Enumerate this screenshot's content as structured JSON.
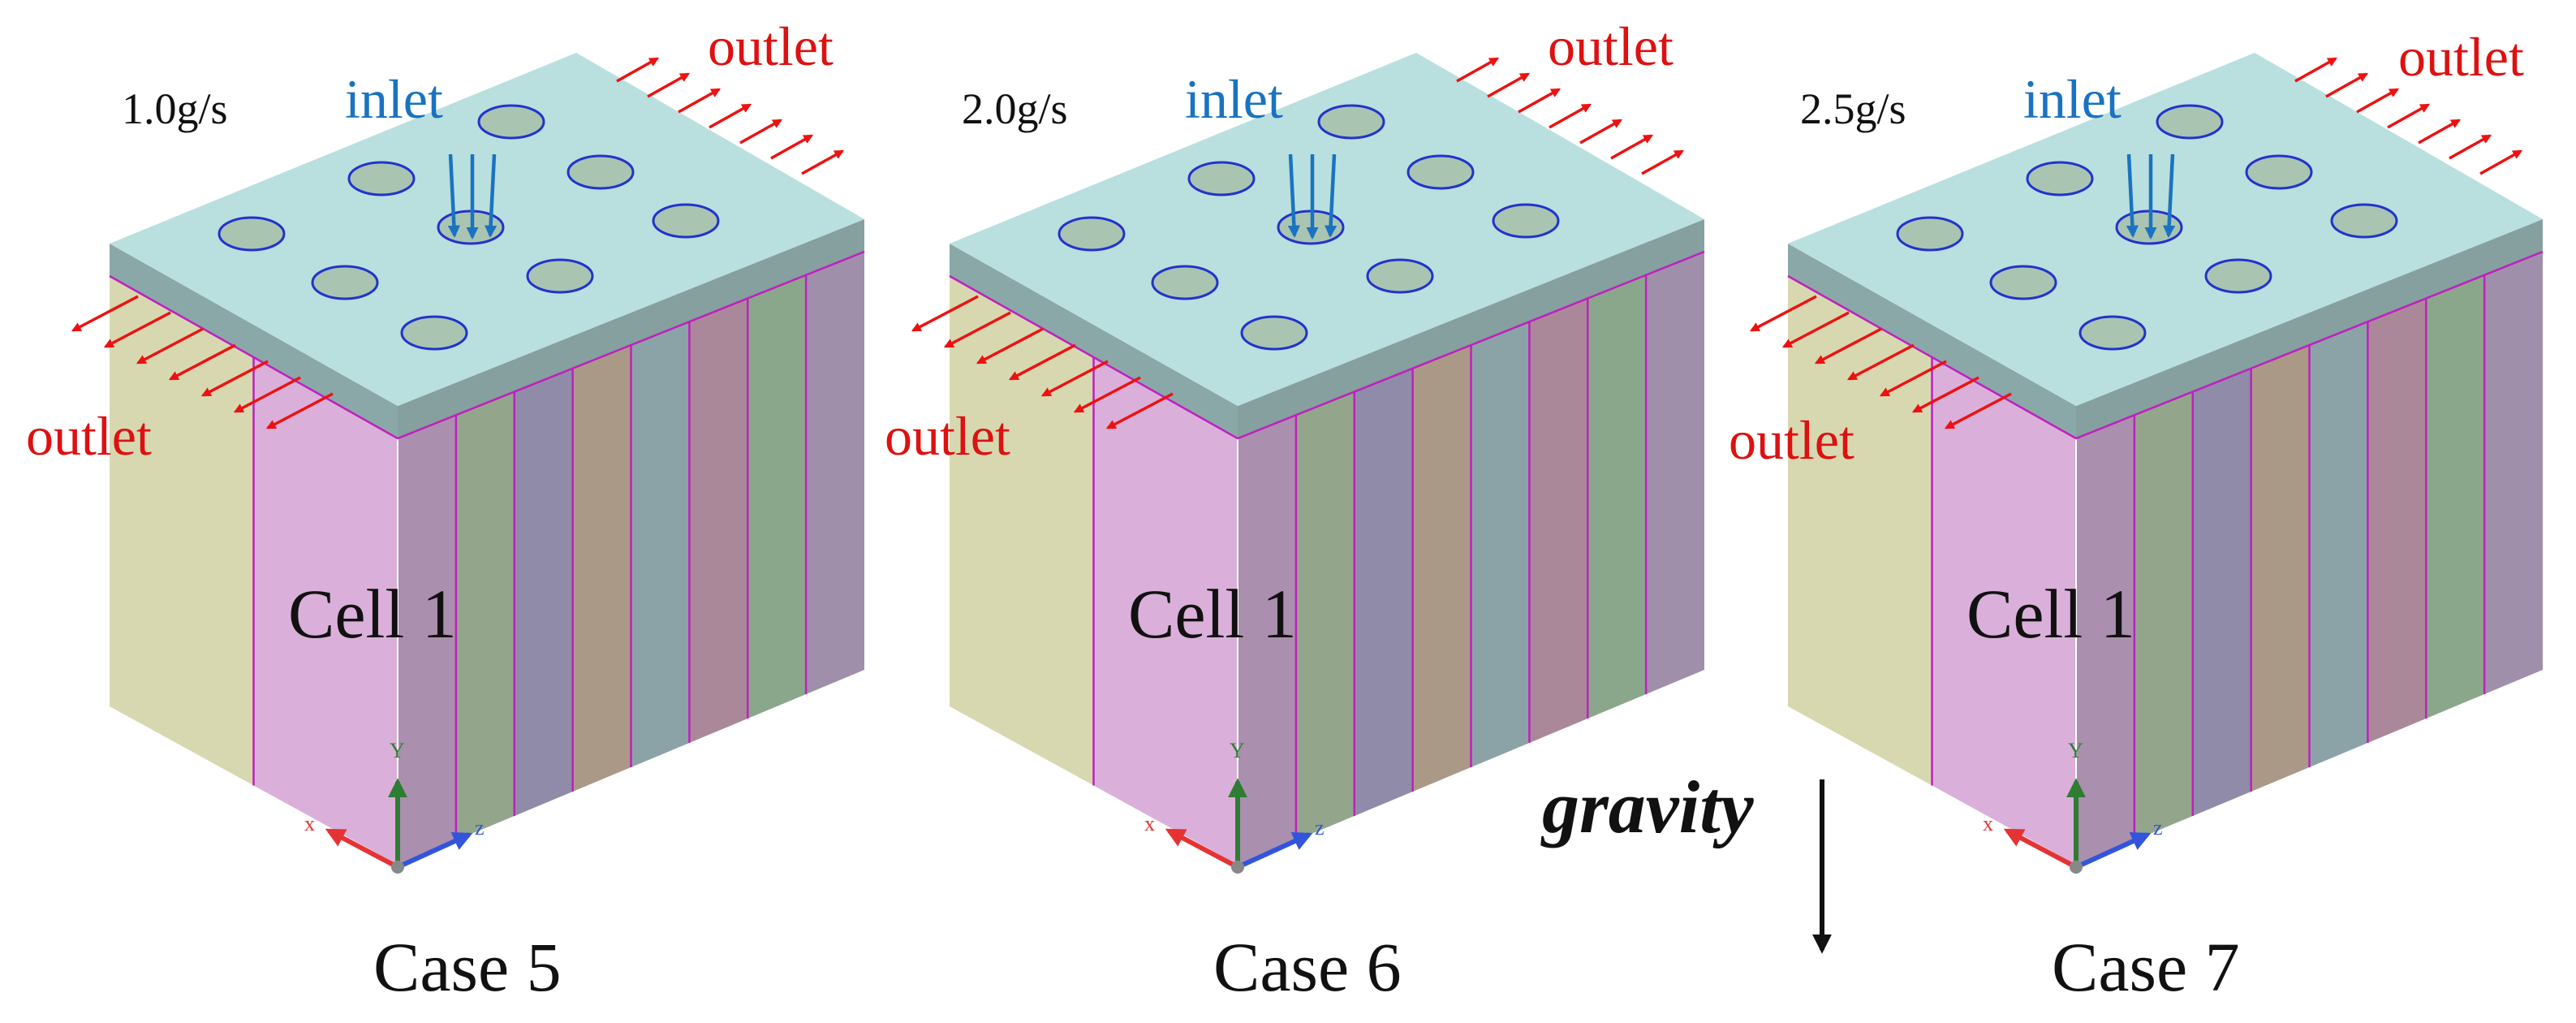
{
  "cases": [
    {
      "flow_rate": "1.0g/s",
      "inlet_label": "inlet",
      "outlet_top_label": "outlet",
      "outlet_side_label": "outlet",
      "cell_label": "Cell 1",
      "case_label": "Case 5"
    },
    {
      "flow_rate": "2.0g/s",
      "inlet_label": "inlet",
      "outlet_top_label": "outlet",
      "outlet_side_label": "outlet",
      "cell_label": "Cell 1",
      "case_label": "Case 6"
    },
    {
      "flow_rate": "2.5g/s",
      "inlet_label": "inlet",
      "outlet_top_label": "outlet",
      "outlet_side_label": "outlet",
      "cell_label": "Cell 1",
      "case_label": "Case 7"
    }
  ],
  "axis_labels": {
    "x": "x",
    "y": "Y",
    "z": "z"
  },
  "gravity": {
    "label": "gravity"
  },
  "colors": {
    "top_face": "#b9e0df",
    "front_edge": "#8ba8a8",
    "right_edge": "#85a09f",
    "hole_fill": "#a9c5b2",
    "hole_stroke": "#2233cc",
    "outlet_arrow": "#ee1111",
    "outlet_text": "#dd1111",
    "inlet": "#1a73c0",
    "cell_divider": "#c01fbf",
    "left_cells": [
      "#d8d8b0",
      "#dab0da"
    ],
    "right_cells": [
      "#ab8fae",
      "#93a68b",
      "#8f8ba8",
      "#ab9987",
      "#8ba3a6",
      "#aa889a",
      "#8ba78b",
      "#9f8faa"
    ],
    "axis_x": "#e53333",
    "axis_y": "#2e7d32",
    "axis_z": "#3355dd"
  }
}
